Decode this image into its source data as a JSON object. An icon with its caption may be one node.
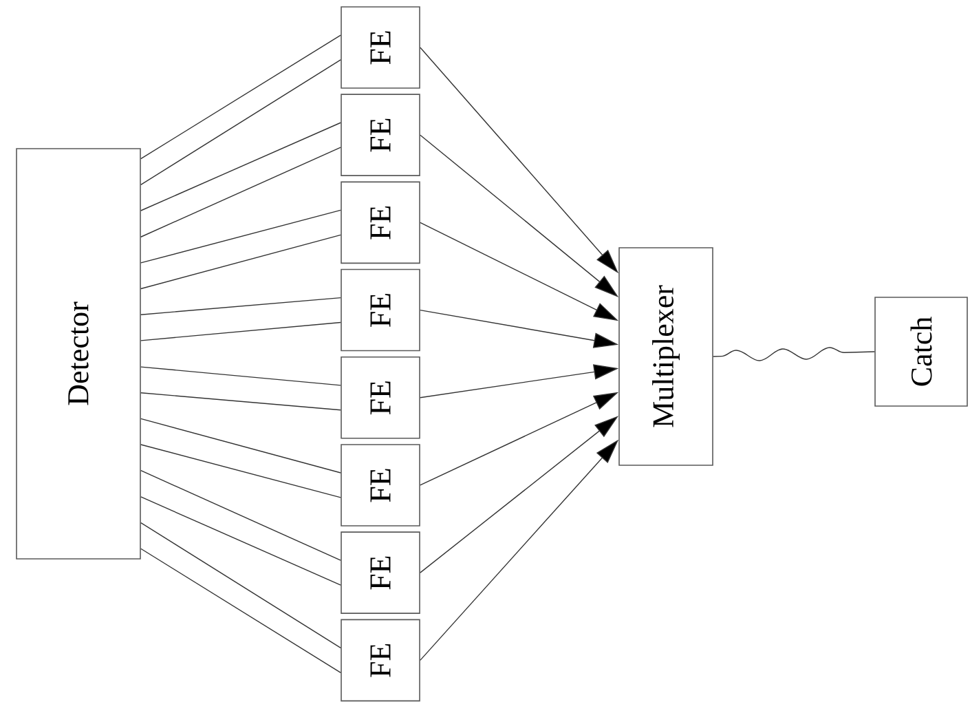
{
  "diagram": {
    "nodes": [
      {
        "text": [
          "Detector"
        ]
      },
      {
        "text": [
          "FE"
        ]
      },
      {
        "text": [
          "FE"
        ]
      },
      {
        "text": [
          "FE"
        ]
      },
      {
        "text": [
          "FE"
        ]
      },
      {
        "text": [
          "FE"
        ]
      },
      {
        "text": [
          "FE"
        ]
      },
      {
        "text": [
          "FE"
        ]
      },
      {
        "text": [
          "FE"
        ]
      },
      {
        "text": [
          "Multiplexer"
        ]
      },
      {
        "text": [
          "Catch"
        ]
      }
    ],
    "edges": [
      {
        "from": 0,
        "to": 1,
        "arrow": "none"
      },
      {
        "from": 0,
        "to": 1,
        "arrow": "none"
      },
      {
        "from": 0,
        "to": 2,
        "arrow": "none"
      },
      {
        "from": 0,
        "to": 2,
        "arrow": "none"
      },
      {
        "from": 0,
        "to": 3,
        "arrow": "none"
      },
      {
        "from": 0,
        "to": 3,
        "arrow": "none"
      },
      {
        "from": 0,
        "to": 4,
        "arrow": "none"
      },
      {
        "from": 0,
        "to": 4,
        "arrow": "none"
      },
      {
        "from": 0,
        "to": 5,
        "arrow": "none"
      },
      {
        "from": 0,
        "to": 5,
        "arrow": "none"
      },
      {
        "from": 0,
        "to": 6,
        "arrow": "none"
      },
      {
        "from": 0,
        "to": 6,
        "arrow": "none"
      },
      {
        "from": 0,
        "to": 7,
        "arrow": "none"
      },
      {
        "from": 0,
        "to": 7,
        "arrow": "none"
      },
      {
        "from": 0,
        "to": 8,
        "arrow": "none"
      },
      {
        "from": 0,
        "to": 8,
        "arrow": "none"
      },
      {
        "from": 1,
        "to": 9,
        "arrow": "to"
      },
      {
        "from": 2,
        "to": 9,
        "arrow": "to"
      },
      {
        "from": 3,
        "to": 9,
        "arrow": "to"
      },
      {
        "from": 4,
        "to": 9,
        "arrow": "to"
      },
      {
        "from": 5,
        "to": 9,
        "arrow": "to"
      },
      {
        "from": 6,
        "to": 9,
        "arrow": "to"
      },
      {
        "from": 7,
        "to": 9,
        "arrow": "to"
      },
      {
        "from": 8,
        "to": 9,
        "arrow": "to"
      },
      {
        "from": 9,
        "to": 10,
        "arrow": "none"
      }
    ]
  }
}
